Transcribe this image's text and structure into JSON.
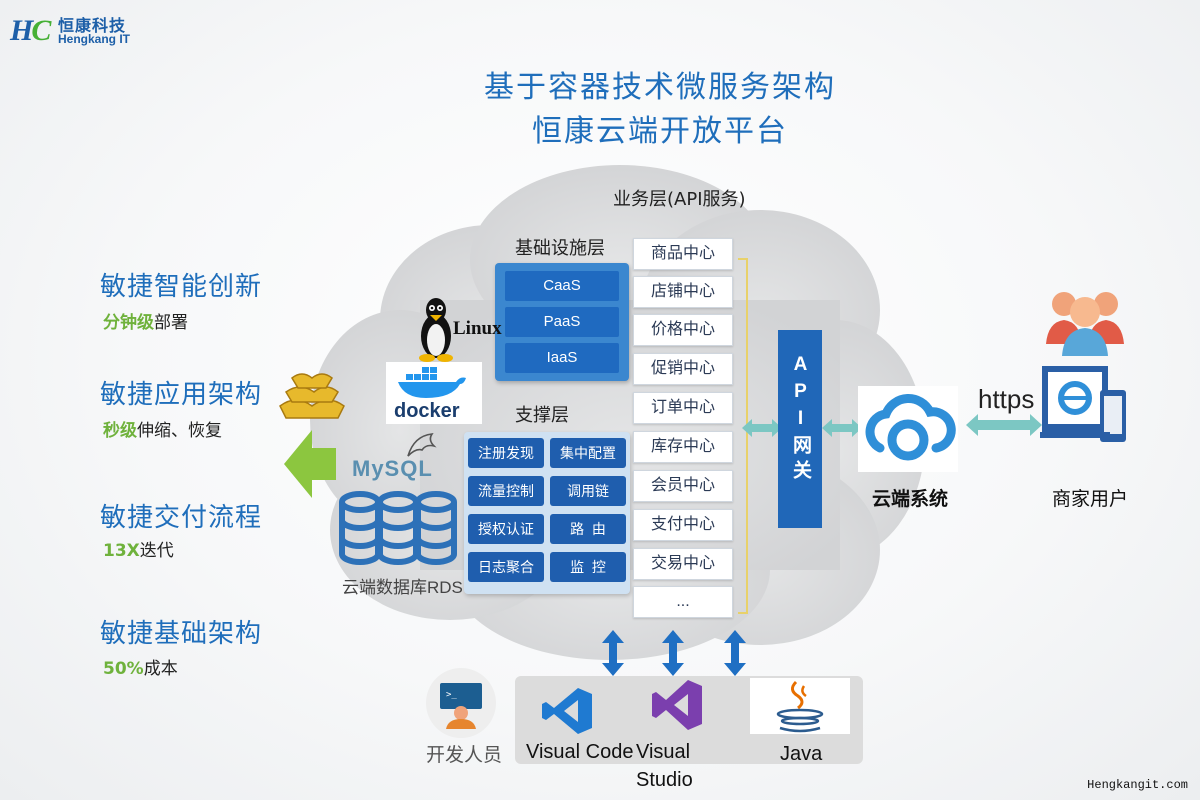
{
  "logo": {
    "mark": "HC",
    "name_cn": "恒康科技",
    "name_en": "Hengkang IT"
  },
  "title": {
    "line1": "基于容器技术微服务架构",
    "line2": "恒康云端开放平台"
  },
  "layers": {
    "business_label": "业务层(API服务)",
    "infra_label": "基础设施层",
    "support_label": "支撑层"
  },
  "infra_items": [
    "CaaS",
    "PaaS",
    "IaaS"
  ],
  "support_items": [
    "注册发现",
    "集中配置",
    "流量控制",
    "调用链",
    "授权认证",
    "路  由",
    "日志聚合",
    "监  控"
  ],
  "business_items": [
    "商品中心",
    "店铺中心",
    "价格中心",
    "促销中心",
    "订单中心",
    "库存中心",
    "会员中心",
    "支付中心",
    "交易中心",
    "..."
  ],
  "api_gateway": "API网关",
  "tech": {
    "linux": "Linux",
    "docker": "docker",
    "mysql": "MySQL",
    "rds": "云端数据库RDS"
  },
  "cloud_system": "云端系统",
  "https": "https",
  "merchant": "商家用户",
  "advantages": [
    {
      "title": "敏捷智能创新",
      "highlight": "分钟级",
      "rest": "部署"
    },
    {
      "title": "敏捷应用架构",
      "highlight": "秒级",
      "rest": "伸缩、恢复"
    },
    {
      "title": "敏捷交付流程",
      "highlight": "13X",
      "rest": "迭代"
    },
    {
      "title": "敏捷基础架构",
      "highlight": "50%",
      "rest": "成本"
    }
  ],
  "developer": "开发人员",
  "tools": {
    "vscode": "Visual Code",
    "vs_line1": "Visual",
    "vs_line2": "Studio",
    "java": "Java"
  },
  "footer": "Hengkangit.com",
  "colors": {
    "title_blue": "#1f6ebb",
    "box_blue": "#1f5eae",
    "arrow_teal": "#7cc7c3",
    "highlight_green": "#6fb23c",
    "arrow_green": "#8cc63f"
  }
}
